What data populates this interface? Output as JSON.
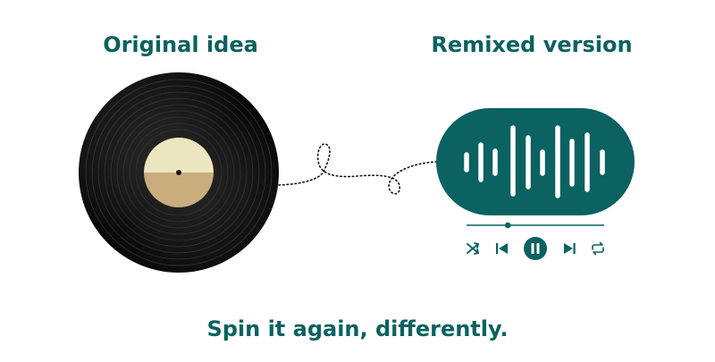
{
  "headings": {
    "left": "Original idea",
    "right": "Remixed version"
  },
  "tagline": "Spin it again, differently.",
  "player": {
    "progress": 0.3,
    "state": "playing"
  },
  "icons": {
    "shuffle": "shuffle-icon",
    "previous": "skip-previous-icon",
    "pause": "pause-icon",
    "next": "skip-next-icon",
    "repeat": "repeat-icon"
  },
  "colors": {
    "accent": "#0b6260",
    "record": "#141414",
    "label_top": "#ece6c0",
    "label_bottom": "#c9ad7d"
  }
}
